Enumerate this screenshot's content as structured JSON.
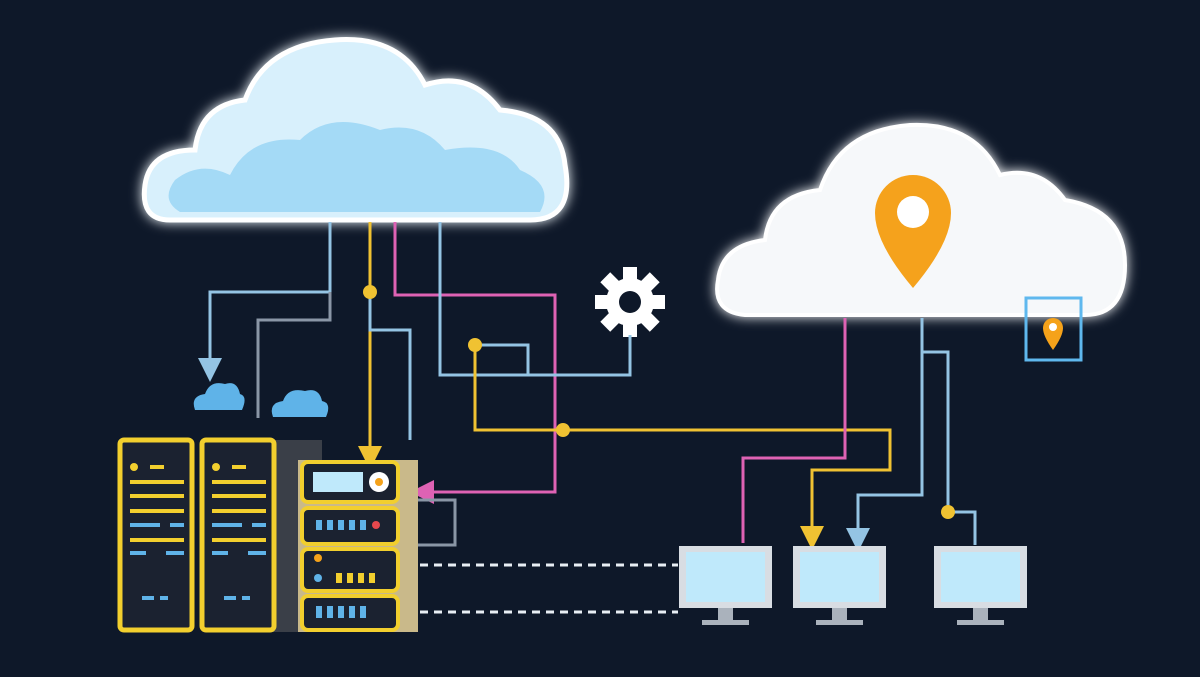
{
  "illustration": {
    "subject": [
      "cloud",
      "location-cloud",
      "gear",
      "server-rack",
      "monitor"
    ],
    "colors": {
      "background": "#0e1829",
      "cloud_blue": "#bfe4f8",
      "cloud_white": "#f6f8fa",
      "pin_orange": "#f5a21a",
      "line_yellow": "#f0c232",
      "line_pink": "#de62b4",
      "line_blue": "#94c4e4",
      "line_gray": "#8a96a6",
      "server_yellow": "#f2cf2e",
      "screen_blue": "#bfe9fb"
    },
    "icons": [
      "cloud-icon",
      "map-pin-icon",
      "gear-icon",
      "server-icon",
      "monitor-icon"
    ]
  }
}
